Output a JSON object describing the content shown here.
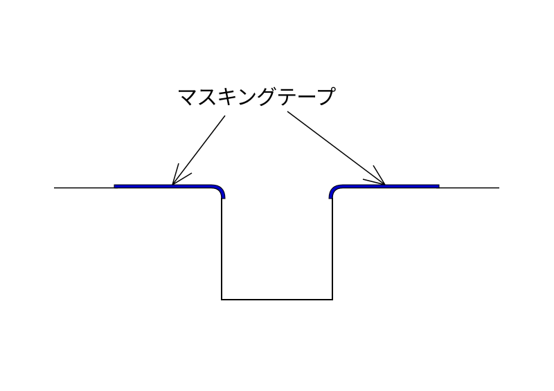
{
  "diagram": {
    "label": "マスキングテープ",
    "colors": {
      "background": "#ffffff",
      "outline": "#000000",
      "tape_fill": "#0000c8",
      "tape_edge": "#000000"
    },
    "parts": [
      {
        "name": "surface-left",
        "description": "flat surface line left"
      },
      {
        "name": "masking-tape-left",
        "description": "blue masking tape on left edge, wrapping round corner"
      },
      {
        "name": "recess",
        "description": "rectangular recess/groove"
      },
      {
        "name": "masking-tape-right",
        "description": "blue masking tape on right edge, wrapping round corner"
      },
      {
        "name": "surface-right",
        "description": "flat surface line right"
      },
      {
        "name": "leader-arrow-left",
        "description": "arrow from label to left tape"
      },
      {
        "name": "leader-arrow-right",
        "description": "arrow from label to right tape"
      }
    ]
  }
}
